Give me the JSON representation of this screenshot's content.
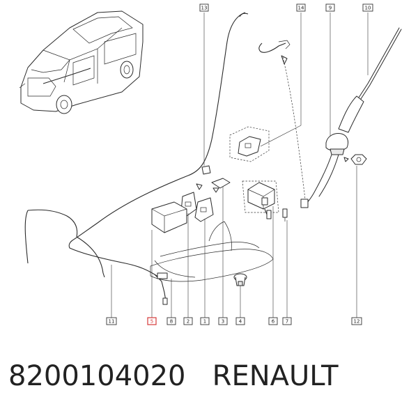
{
  "caption": {
    "part_number": "8200104020",
    "brand": "RENAULT"
  },
  "callouts": [
    {
      "id": "c13",
      "label": "13"
    },
    {
      "id": "c14",
      "label": "14"
    },
    {
      "id": "c9",
      "label": "9"
    },
    {
      "id": "c10",
      "label": "10"
    },
    {
      "id": "c11",
      "label": "11"
    },
    {
      "id": "c5",
      "label": "5",
      "highlighted": true
    },
    {
      "id": "c8",
      "label": "8"
    },
    {
      "id": "c2",
      "label": "2"
    },
    {
      "id": "c1",
      "label": "1"
    },
    {
      "id": "c3",
      "label": "3"
    },
    {
      "id": "c4",
      "label": "4"
    },
    {
      "id": "c6",
      "label": "6"
    },
    {
      "id": "c7",
      "label": "7"
    },
    {
      "id": "c12",
      "label": "12"
    }
  ],
  "colors": {
    "line": "#2a2a2a",
    "highlight": "#d63a3a",
    "background": "#ffffff"
  }
}
